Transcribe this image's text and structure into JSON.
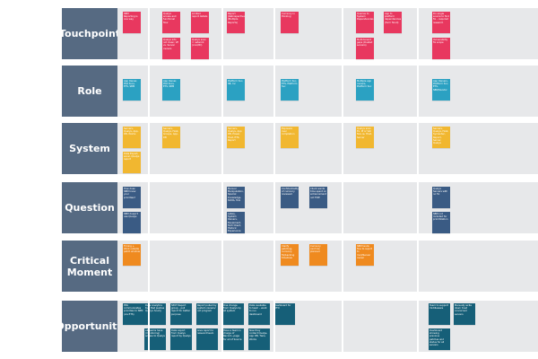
{
  "board": {
    "rows": [
      {
        "key": "touchpoint",
        "label": "Touchpoint"
      },
      {
        "key": "role",
        "label": "Role"
      },
      {
        "key": "system",
        "label": "System"
      },
      {
        "key": "question",
        "label": "Question"
      },
      {
        "key": "critical",
        "label": "Critical Moment"
      },
      {
        "key": "opportunity",
        "label": "Opportunity"
      }
    ],
    "colors": {
      "touchpoint": "#e8385f",
      "role": "#2ba1c2",
      "system": "#f1b730",
      "question": "#3a5b84",
      "critical": "#ef8a1f",
      "opportunity": "#165f78",
      "row_label_bg": "#566a82",
      "band_bg": "#e7e8ea"
    },
    "notes": {
      "touchpoint": [
        "SBM Reporting is one way",
        "Qualys access and functional flow",
        "Limited report details",
        "Qualys info not clean; VP vs. Server owners",
        "Qualys scan = network (cred/ID)",
        "Report (Retrospective) (Multiple Reports)",
        "Currency in thinking",
        "Queries to System Dependencies",
        "App to platform dependencies (form flood)",
        "Multi-tenant gaps (Dusted servers)",
        "Do single source to find fix – required research",
        "Vulnerability fix scope"
      ],
      "role": [
        "App Owner, Plat Svcs, ETS, SBM",
        "App Owner, Plat Svcs, ETS, SBM",
        "Platform Svc, SB, Inc",
        "Platform Svc, ETS, Platform Svc",
        "Multiple app owners, Platform Svc",
        "App Owners, Platform Svc, ETS, SBM/Vendor"
      ],
      "system": [
        "Servers, Qualys, App, DB, Works",
        "Data Export, excel, Qualys report",
        "Servers, Qualys, Host, Groups, App, DB",
        "Servers, Qualys, App DB, Power, Host, ETS, Report",
        "Exposure over completion",
        "Qualys scan Ex. IP or Vat Non-ie, Host, Server",
        "Servers, Qualys, Host, Symantec, Report, Server, Qualys"
      ],
      "question": [
        "How does SBM know your priorities?",
        "SBM doesn't use Qualys",
        "Manual Manipulation, Special Knowledge, SCMA, Tool",
        "Lately, System Owners, Equipment, Tech Client, Historic Experience",
        "Confidentiality of currency reviewed",
        "Client wants time spent on enhancement not FIXE",
        "Qualys Servers with no fix",
        "SBM not included for prioritization"
      ],
      "critical": [
        "Timing + Work outside patch window",
        "Clarify patching, currency, fix/backing timelines",
        "Currency can’t be planned",
        "SBM tends fine to report to mod/Server owner"
      ],
      "opportunity": [
        "PSS communicates priorities to SBM (via ETS)",
        "Data Analytics tool that pushes Qualys hourly",
        "All teams have (monitoring) access to Qualys",
        "SPOT Report group – pull report for better purpose",
        "Data export from Qualys report by Qualys",
        "Report pulled by system owners/ not program",
        "Give report to relevant team",
        "One change from Qualys by all system",
        "Have a team in charge of Record—page for all of Source",
        "Data available to team – want to run dashboard",
        "Now they contact Qualys, App DB, Tiers, Works",
        "Dashboard for DTO",
        "Team to support middleware",
        "Manually write down trust concerned servers",
        "Dashboard showing previous patches and status for all servers"
      ]
    }
  }
}
